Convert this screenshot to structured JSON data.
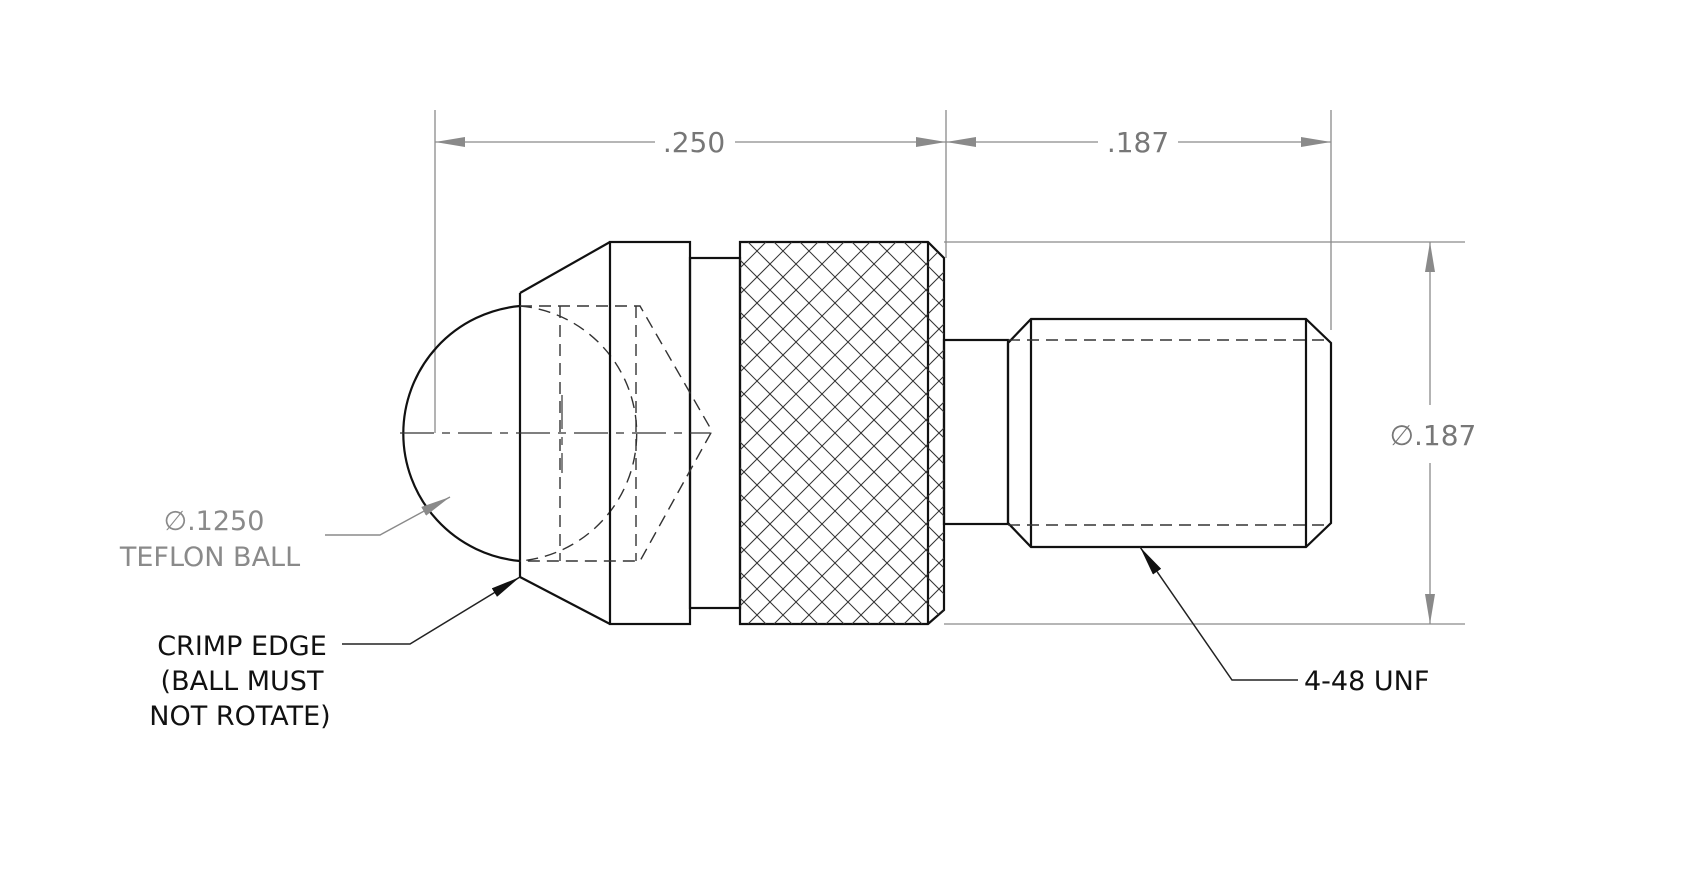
{
  "dimensions": {
    "overall_length": ".250",
    "thread_length": ".187",
    "body_diameter": "∅.187"
  },
  "notes": {
    "ball_diameter": "∅.1250",
    "ball_material": "TEFLON BALL",
    "crimp_line1": "CRIMP EDGE",
    "crimp_line2": "(BALL MUST",
    "crimp_line3": "NOT ROTATE)",
    "thread_spec": "4-48 UNF"
  },
  "colors": {
    "object_line": "#111111",
    "dimension_line": "#8a8a8a"
  }
}
